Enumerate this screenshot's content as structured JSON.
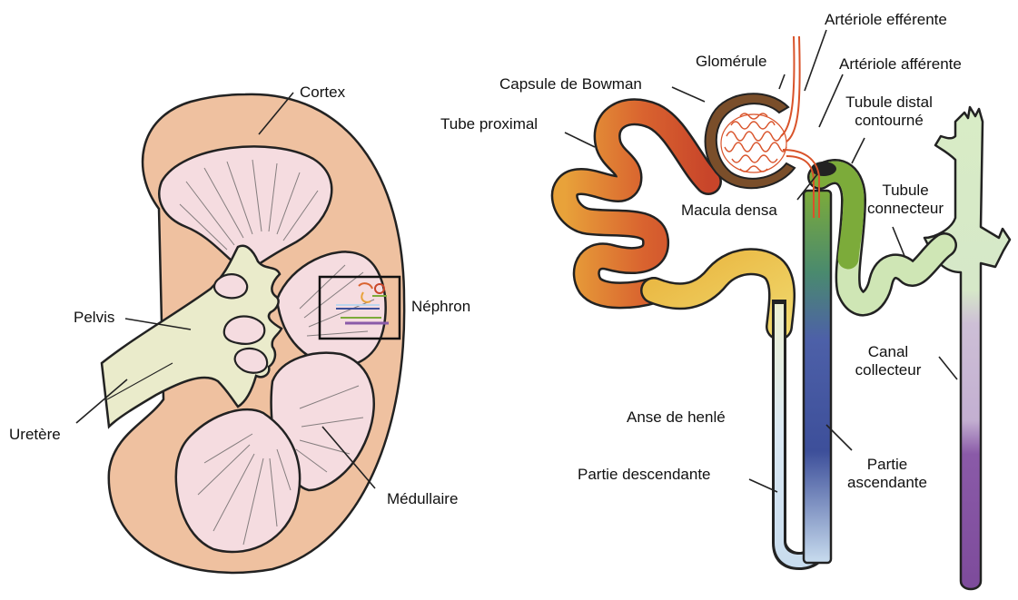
{
  "kidney": {
    "labels": {
      "cortex": "Cortex",
      "pelvis": "Pelvis",
      "uretere": "Uretère",
      "medullaire": "Médullaire",
      "nephron": "Néphron"
    }
  },
  "nephron": {
    "labels": {
      "arteriole_efferente": "Artériole efférente",
      "glomerule": "Glomérule",
      "arteriole_afferente": "Artériole afférente",
      "capsule_bowman": "Capsule de Bowman",
      "tubule_distal_1": "Tubule distal",
      "tubule_distal_2": "contourné",
      "tube_proximal": "Tube proximal",
      "tubule_connecteur_1": "Tubule",
      "tubule_connecteur_2": "connecteur",
      "macula_densa": "Macula densa",
      "canal_collecteur_1": "Canal",
      "canal_collecteur_2": "collecteur",
      "anse_henle": "Anse de henlé",
      "partie_descendante": "Partie descendante",
      "partie_ascendante_1": "Partie",
      "partie_ascendante_2": "ascendante"
    }
  },
  "colors": {
    "cortex": "#efc1a0",
    "medulla": "#f5dce0",
    "pelvis": "#eaebcb",
    "proximal": "#d9632f",
    "loop_thin": "#cfe3f2",
    "ascending": "#4f63a8",
    "distal": "#7cab3a",
    "connecting": "#cfe6b5",
    "collecting": "#9a6bb0"
  }
}
